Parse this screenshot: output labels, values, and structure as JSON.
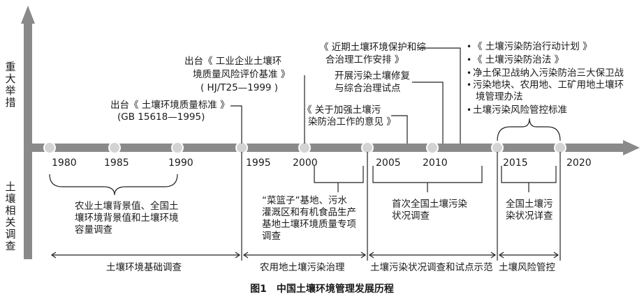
{
  "axis": {
    "upper_label": "重大举措",
    "lower_label": "土壤相关调查"
  },
  "years": [
    "1980",
    "1985",
    "1990",
    "1995",
    "2000",
    "2005",
    "2010",
    "2015",
    "2020"
  ],
  "events": [
    {
      "line1": "出台《 土壤环境质量标准 》",
      "line2": "(GB 15618—1995)"
    },
    {
      "line1": "出台《 工业企业土壤环",
      "line2": "境质量风险评价基准 》",
      "line3": "( HJ/T25—1999 )"
    },
    {
      "line1": "《 关于加强土壤污",
      "line2": "染防治工作的意见 》"
    },
    {
      "line1": "开展污染土壤修复",
      "line2": "与综合治理试点"
    },
    {
      "line1": "《 近期土壤环境保护和综",
      "line2": "合治理工作安排 》"
    }
  ],
  "measures": {
    "bullet": "•",
    "items": [
      "《 土壤污染防治行动计划 》",
      "《 土壤污染防治法 》",
      "净土保卫战纳入污染防治三大保卫战",
      {
        "line1": "污染地块、农用地、工矿用地土壤环",
        "line2": "境管理办法"
      },
      "土壤污染风险管控标准"
    ]
  },
  "surveys": [
    {
      "line1": "农业土壤背景值、全国土",
      "line2": "壤环境背景值和土壤环境",
      "line3": "容量调查"
    },
    {
      "line1": "“菜篮子”基地、污水",
      "line2": "灌溉区和有机食品生产",
      "line3": "基地土壤环境质量专项",
      "line4": "调查"
    },
    {
      "line1": "首次全国土壤污染",
      "line2": "状况调查"
    },
    {
      "line1": "全国土壤污",
      "line2": "染状况详查"
    }
  ],
  "eras": [
    "土壤环境基础调查",
    "农用地土壤污染治理",
    "土壤污染状况调查和试点示范",
    "土壤风险管控"
  ],
  "caption": "图1　中国土壤环境管理发展历程",
  "colors": {
    "axis": "#8a8a8a",
    "marker": "#d3d3d3",
    "text": "#1a1a1a"
  }
}
